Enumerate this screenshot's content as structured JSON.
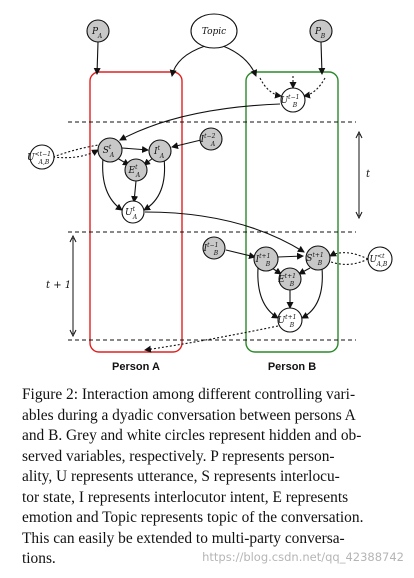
{
  "figure": {
    "topic_label": "Topic",
    "person_a_label": "Person A",
    "person_b_label": "Person B",
    "side_t": "t",
    "side_t1": "t + 1",
    "nodes": {
      "PA": {
        "main": "P",
        "sub": "A",
        "sup": ""
      },
      "PB": {
        "main": "P",
        "sub": "B",
        "sup": ""
      },
      "UB_prev": {
        "main": "U",
        "sub": "B",
        "sup": "t−1"
      },
      "UAB_prev": {
        "main": "U",
        "sub": "A,B",
        "sup": "<t−1"
      },
      "SA": {
        "main": "S",
        "sub": "A",
        "sup": "t"
      },
      "IA": {
        "main": "I",
        "sub": "A",
        "sup": "t"
      },
      "IA_prev": {
        "main": "I",
        "sub": "A",
        "sup": "t−2"
      },
      "EA": {
        "main": "E",
        "sub": "A",
        "sup": "t"
      },
      "UA": {
        "main": "U",
        "sub": "A",
        "sup": "t"
      },
      "IB_prev": {
        "main": "I",
        "sub": "B",
        "sup": "t−1"
      },
      "IB": {
        "main": "I",
        "sub": "B",
        "sup": "t+1"
      },
      "SB": {
        "main": "S",
        "sub": "B",
        "sup": "t+1"
      },
      "UAB_t": {
        "main": "U",
        "sub": "A,B",
        "sup": "<t"
      },
      "EB": {
        "main": "E",
        "sub": "B",
        "sup": "t+1"
      },
      "UB": {
        "main": "U",
        "sub": "B",
        "sup": "t+1"
      }
    }
  },
  "caption": {
    "lines": [
      "Figure 2: Interaction among different controlling vari-",
      "ables during a dyadic conversation between persons A",
      "and B. Grey and white circles represent hidden and ob-",
      "served variables, respectively.  P represents person-",
      "ality, U represents utterance, S represents interlocu-",
      "tor state, I represents interlocutor intent, E represents",
      "emotion and Topic represents topic of the conversation.",
      "This can easily be extended to multi-party conversa-",
      "tions."
    ]
  },
  "watermark": "https://blog.csdn.net/qq_42388742"
}
